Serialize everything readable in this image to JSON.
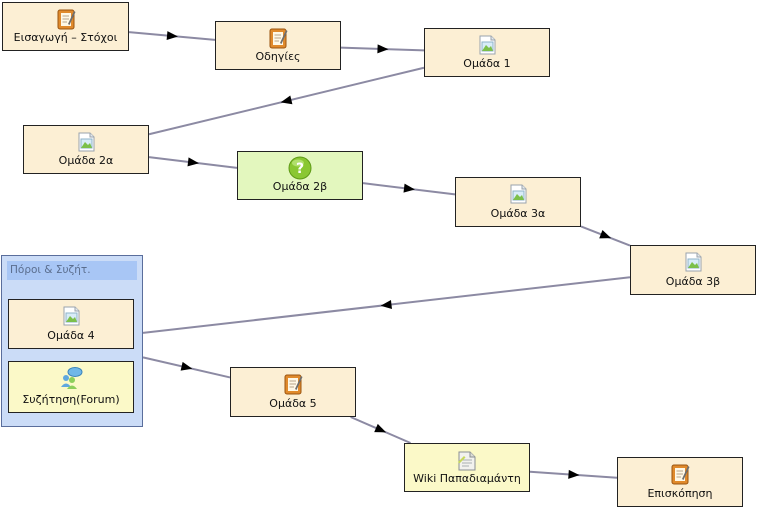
{
  "nodes": [
    {
      "id": "n1",
      "label": "Εισαγωγή – Στόχοι",
      "icon": "notebook-icon",
      "style": "tan"
    },
    {
      "id": "n2",
      "label": "Οδηγίες",
      "icon": "notebook-icon",
      "style": "tan"
    },
    {
      "id": "n3",
      "label": "Ομάδα 1",
      "icon": "image-file-icon",
      "style": "tan"
    },
    {
      "id": "n4",
      "label": "Ομάδα 2α",
      "icon": "image-file-icon",
      "style": "tan"
    },
    {
      "id": "n5",
      "label": "Ομάδα 2β",
      "icon": "question-mark-icon",
      "style": "green"
    },
    {
      "id": "n6",
      "label": "Ομάδα 3α",
      "icon": "image-file-icon",
      "style": "tan"
    },
    {
      "id": "n7",
      "label": "Ομάδα 3β",
      "icon": "image-file-icon",
      "style": "tan"
    },
    {
      "id": "n8",
      "label": "Ομάδα 4",
      "icon": "image-file-icon",
      "style": "tan"
    },
    {
      "id": "n9",
      "label": "Συζήτηση(Forum)",
      "icon": "forum-users-icon",
      "style": "yellow"
    },
    {
      "id": "n10",
      "label": "Ομάδα 5",
      "icon": "notebook-icon",
      "style": "tan"
    },
    {
      "id": "n11",
      "label": "Wiki Παπαδιαμάντη",
      "icon": "wiki-page-icon",
      "style": "yellow"
    },
    {
      "id": "n12",
      "label": "Επισκόπηση",
      "icon": "notebook-icon",
      "style": "tan"
    }
  ],
  "group": {
    "title": "Πόροι & Συζήτ.",
    "members": [
      "n8",
      "n9"
    ]
  },
  "edges": [
    [
      "n1",
      "n2"
    ],
    [
      "n2",
      "n3"
    ],
    [
      "n3",
      "n4"
    ],
    [
      "n4",
      "n5"
    ],
    [
      "n5",
      "n6"
    ],
    [
      "n6",
      "n7"
    ],
    [
      "n7",
      "g"
    ],
    [
      "g",
      "n10"
    ],
    [
      "n10",
      "n11"
    ],
    [
      "n11",
      "n12"
    ]
  ]
}
